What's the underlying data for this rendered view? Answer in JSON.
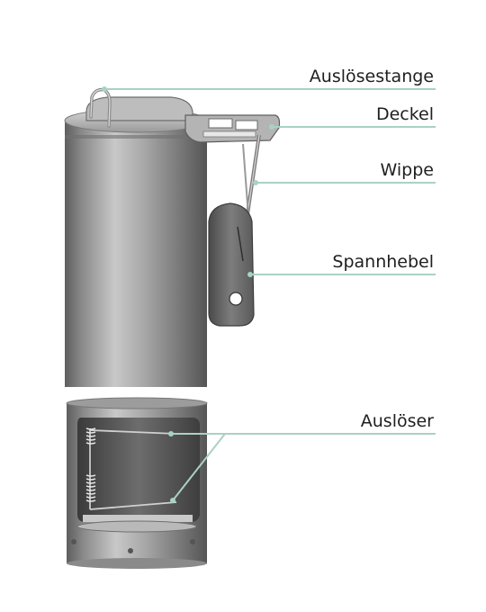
{
  "labels": {
    "auslosestange": "Auslösestange",
    "deckel": "Deckel",
    "wippe": "Wippe",
    "spannhebel": "Spannhebel",
    "ausloser": "Auslöser"
  },
  "colors": {
    "leader": "#a9d2c3",
    "background": "#ffffff",
    "text": "#1f1f1f"
  }
}
